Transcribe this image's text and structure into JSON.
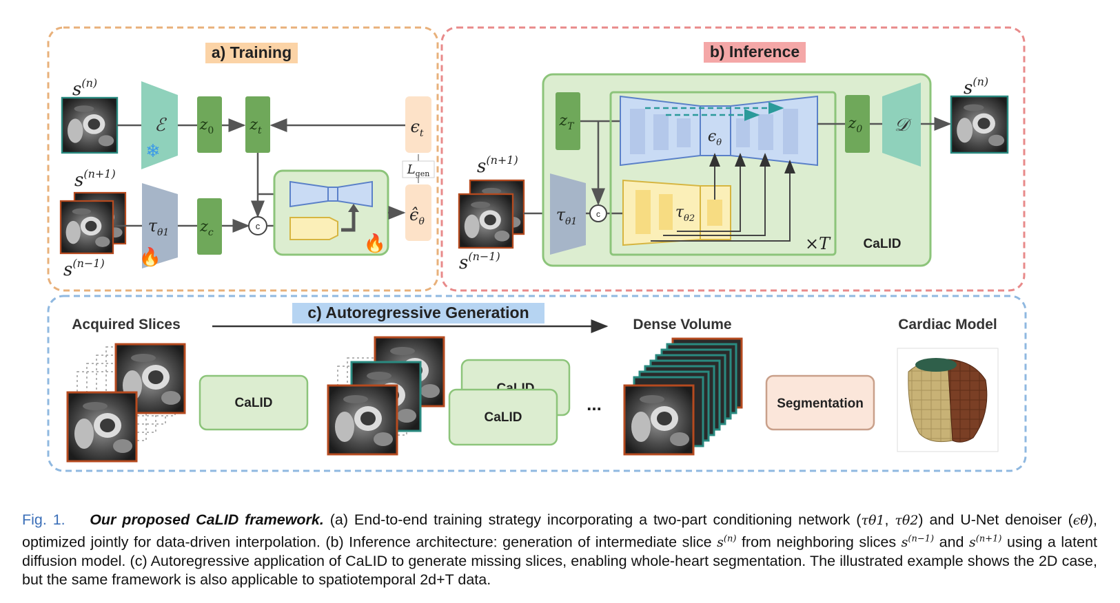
{
  "panels": {
    "training": "a) Training",
    "inference": "b) Inference",
    "autoregressive": "c) Autoregressive Generation"
  },
  "symbols": {
    "s": "s",
    "sup_n": "(n)",
    "sup_n1": "(n+1)",
    "sup_nm1": "(n−1)",
    "encoder": "ℰ",
    "decoder": "𝒟",
    "z": "z",
    "sub_0": "0",
    "sub_t": "t",
    "sub_c": "c",
    "sub_T": "T",
    "tau": "τ",
    "sub_theta1": "θ1",
    "sub_theta2": "θ2",
    "eps": "ϵ",
    "eps_hat": "ϵ̂",
    "sub_theta": "θ",
    "L": "L",
    "sub_gen": "gen",
    "concat": "c",
    "times_T": "×T"
  },
  "labels": {
    "calid": "CaLID",
    "acquired": "Acquired Slices",
    "dense": "Dense Volume",
    "cardiac": "Cardiac Model",
    "segmentation": "Segmentation",
    "dots": "..."
  },
  "colors": {
    "training_border": "#e8b07a",
    "inference_border": "#e88a8a",
    "autoreg_border": "#8fb8e0",
    "encoder": "#8fd1bb",
    "latent": "#6fa85a",
    "cond": "#a6b5c8",
    "noise": "#fde2c8",
    "block_fill": "#dcedd0",
    "block_border": "#8cc47a",
    "unet": "#c9dbf4",
    "cond2": "#fbefb8",
    "scan_teal": "#2a8a80",
    "scan_orange": "#b54a1f"
  },
  "caption": {
    "fig_label": "Fig. 1.",
    "title": "Our proposed CaLID framework.",
    "p1": " (a) End-to-end training strategy incorporating a two-part conditioning network (",
    "tau1": "τθ1",
    "comma": ", ",
    "tau2": "τθ2",
    "p2": ") and U-Net denoiser (",
    "eps": "ϵθ",
    "p3": "), optimized jointly for data-driven interpolation. (b) Inference architecture: generation of intermediate slice ",
    "s": "s",
    "sup_n": "(n)",
    "p4": " from neighboring slices ",
    "sup_nm1": "(n−1)",
    "p5": " and ",
    "sup_n1": "(n+1)",
    "p6": " using a latent diffusion model. (c) Autoregressive application of CaLID to generate missing slices, enabling whole-heart segmentation. The illustrated example shows the 2D case, but the same framework is also applicable to spatiotemporal 2d+T data."
  }
}
